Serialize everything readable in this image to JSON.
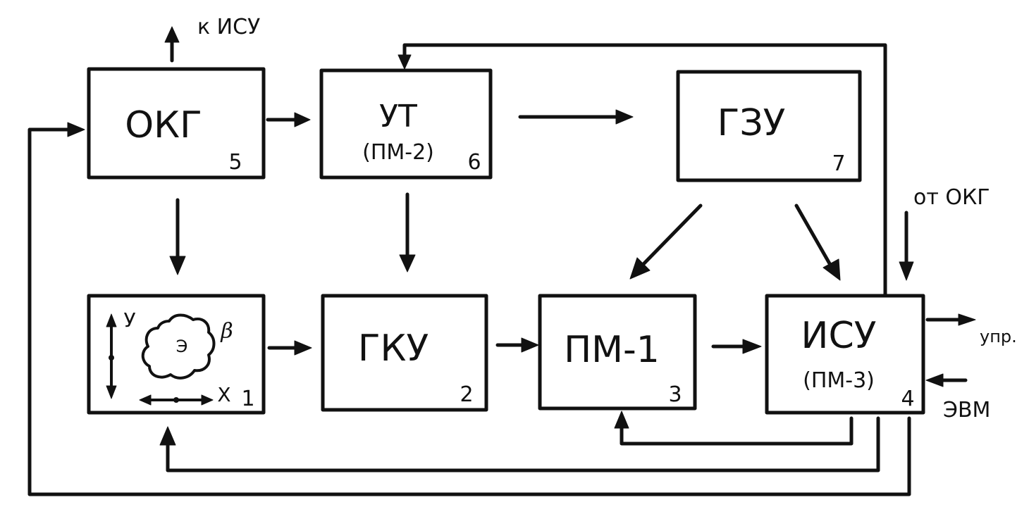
{
  "blocks": {
    "okg": {
      "label": "ОКГ",
      "number": "5"
    },
    "ut": {
      "label": "УТ",
      "sublabel": "(ПМ-2)",
      "number": "6"
    },
    "gzu": {
      "label": "ГЗУ",
      "number": "7"
    },
    "object": {
      "axis_y": "У",
      "axis_x": "Х",
      "symbol": "β",
      "inner": "Э",
      "number": "1"
    },
    "gku": {
      "label": "ГКУ",
      "number": "2"
    },
    "pm1": {
      "label": "ПМ-1",
      "number": "3"
    },
    "isu": {
      "label": "ИСУ",
      "sublabel": "(ПМ-3)",
      "number": "4"
    }
  },
  "external": {
    "to_isu": "к ИСУ",
    "from_okg": "от ОКГ",
    "control": "упр.",
    "computer": "ЭВМ"
  },
  "colors": {
    "ink": "#111111",
    "paper": "#ffffff"
  }
}
